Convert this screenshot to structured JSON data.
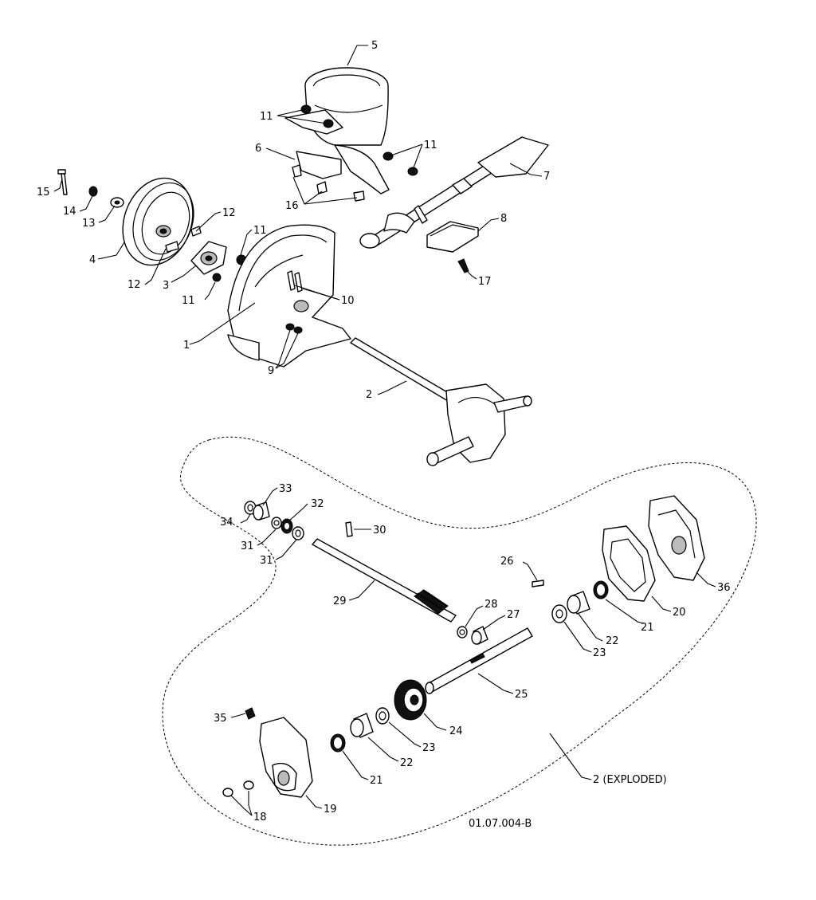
{
  "diagram": {
    "drawing_code": "01.07.004-B",
    "callouts": [
      {
        "label": "5"
      },
      {
        "label": "11"
      },
      {
        "label": "11"
      },
      {
        "label": "6"
      },
      {
        "label": "7"
      },
      {
        "label": "15"
      },
      {
        "label": "14"
      },
      {
        "label": "13"
      },
      {
        "label": "12"
      },
      {
        "label": "16"
      },
      {
        "label": "4"
      },
      {
        "label": "11"
      },
      {
        "label": "8"
      },
      {
        "label": "12"
      },
      {
        "label": "3"
      },
      {
        "label": "11"
      },
      {
        "label": "17"
      },
      {
        "label": "10"
      },
      {
        "label": "1"
      },
      {
        "label": "9"
      },
      {
        "label": "2"
      },
      {
        "label": "33"
      },
      {
        "label": "32"
      },
      {
        "label": "34"
      },
      {
        "label": "30"
      },
      {
        "label": "31"
      },
      {
        "label": "31"
      },
      {
        "label": "26"
      },
      {
        "label": "36"
      },
      {
        "label": "29"
      },
      {
        "label": "28"
      },
      {
        "label": "27"
      },
      {
        "label": "21"
      },
      {
        "label": "20"
      },
      {
        "label": "22"
      },
      {
        "label": "23"
      },
      {
        "label": "25"
      },
      {
        "label": "35"
      },
      {
        "label": "24"
      },
      {
        "label": "23"
      },
      {
        "label": "22"
      },
      {
        "label": "21"
      },
      {
        "label": "18"
      },
      {
        "label": "19"
      },
      {
        "label": "2 (EXPLODED)"
      }
    ]
  }
}
